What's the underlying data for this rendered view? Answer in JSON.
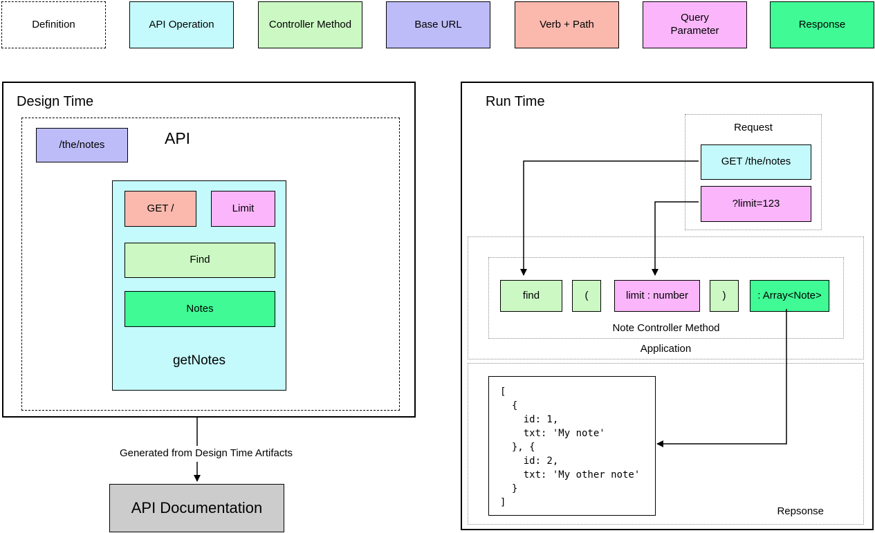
{
  "colors": {
    "operation_cyan": "#c5fafc",
    "controller_green": "#cbf8c3",
    "base_url_lavender": "#bebcf8",
    "verb_path_salmon": "#fbb9ae",
    "query_magenta": "#fbb6fb",
    "response_green": "#3ffa95",
    "documentation_gray": "#cccccc"
  },
  "legend": {
    "items": [
      {
        "label": "Definition"
      },
      {
        "label": "API Operation"
      },
      {
        "label": "Controller Method"
      },
      {
        "label": "Base URL"
      },
      {
        "label": "Verb + Path"
      },
      {
        "label": "Query\nParameter"
      },
      {
        "label": "Response"
      }
    ]
  },
  "design_time": {
    "title": "Design Time",
    "api_label": "API",
    "base_url": "/the/notes",
    "operation": {
      "verb_path": "GET /",
      "query_parameter": "Limit",
      "controller_method": "Find",
      "response": "Notes",
      "operation_name": "getNotes"
    },
    "arrow_label": "Generated from Design Time Artifacts",
    "documentation": "API Documentation"
  },
  "run_time": {
    "title": "Run Time",
    "request": {
      "label": "Request",
      "verb_path": "GET /the/notes",
      "query": "?limit=123"
    },
    "application": {
      "label": "Application",
      "controller_method": {
        "label": "Note Controller Method",
        "tokens": [
          {
            "text": "find"
          },
          {
            "text": "("
          },
          {
            "text": "limit : number"
          },
          {
            "text": ")"
          },
          {
            "text": ": Array<Note>"
          }
        ]
      }
    },
    "response": {
      "label": "Repsonse",
      "code_lines": [
        "[",
        "  {",
        "    id: 1,",
        "    txt: 'My note'",
        "  }, {",
        "    id: 2,",
        "    txt: 'My other note'",
        "  }",
        "]"
      ]
    }
  }
}
